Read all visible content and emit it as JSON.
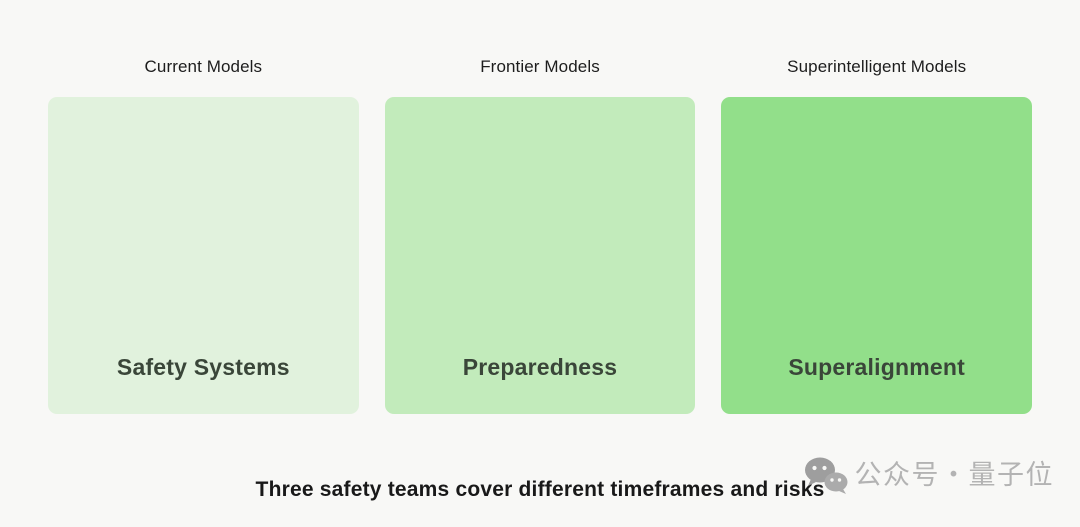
{
  "page": {
    "background": "#f8f8f6"
  },
  "columns": [
    {
      "header": "Current Models",
      "label": "Safety Systems",
      "color": "#e1f2dd"
    },
    {
      "header": "Frontier Models",
      "label": "Preparedness",
      "color": "#c2ebbb"
    },
    {
      "header": "Superintelligent Models",
      "label": "Superalignment",
      "color": "#92df8a"
    }
  ],
  "caption": "Three safety teams cover different timeframes and risks",
  "watermark": {
    "icon": "wechat-icon",
    "text": "公众号・量子位",
    "text_color": "#b3b3b3",
    "icon_color": "#9e9e9e"
  },
  "colors": {
    "background": "#f8f8f6",
    "header_text": "#1d1d1d",
    "box_label_text": "#3a4639",
    "caption_text": "#191919"
  }
}
